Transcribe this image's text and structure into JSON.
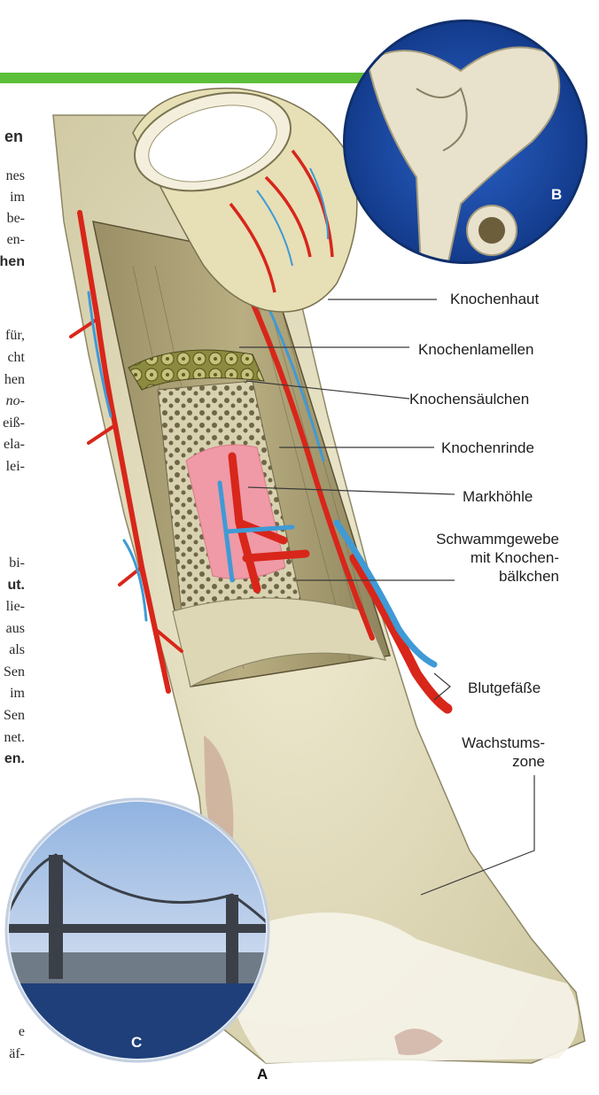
{
  "labels": {
    "knochenhaut": "Knochenhaut",
    "knochenlamellen": "Knochenlamellen",
    "knochensaeulchen": "Knochensäulchen",
    "knochenrinde": "Knochenrinde",
    "markhoehle": "Markhöhle",
    "schwamm1": "Schwammgewebe",
    "schwamm2": "mit Knochen-",
    "schwamm3": "bälkchen",
    "blutgefaesse": "Blutgefäße",
    "wachstums1": "Wachstums-",
    "wachstums2": "zone"
  },
  "badges": {
    "a": "A",
    "b": "B",
    "c": "C"
  },
  "left_text": {
    "l1": "en",
    "l2": "nes",
    "l3": "im",
    "l4": "be-",
    "l5": "en-",
    "l6": "hen",
    "l7": "für,",
    "l8": "cht",
    "l9": "hen",
    "l10": "no-",
    "l11": "eiß-",
    "l12": "ela-",
    "l13": "lei-",
    "l14": "bi-",
    "l15": "ut.",
    "l16": "lie-",
    "l17": "aus",
    "l18": "als",
    "l19": "Sen",
    "l20": "im",
    "l21": "Sen",
    "l22": "net.",
    "l23": "en.",
    "l24": "e",
    "l25": "äf-"
  },
  "colors": {
    "header_bar": "#5bbf3a",
    "bone": "#e4dfbf",
    "artery": "#d8261a",
    "vein": "#3f9ad6",
    "marrow": "#ef9aa6",
    "photo_frame": "#1a3f8c"
  }
}
